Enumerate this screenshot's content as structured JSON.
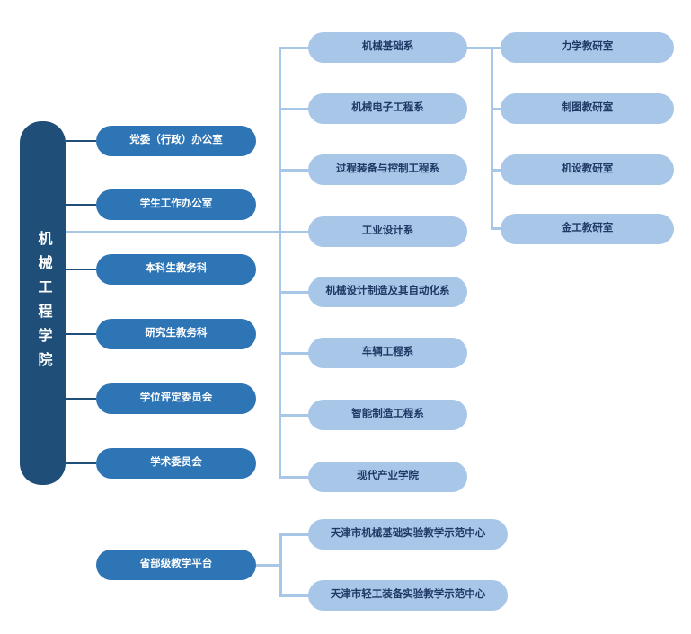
{
  "diagram": {
    "title_vertical": "机械工程学院",
    "colors": {
      "root_navy": "#1F4E79",
      "level1_blue": "#2E75B6",
      "level2_light_blue": "#A8C6E8",
      "level2_text": "#1F3864",
      "connector": "#A8C6E8",
      "background": "#FFFFFF"
    },
    "root": {
      "label": "机械工程学院"
    },
    "admin_units": [
      {
        "label": "党委（行政）办公室"
      },
      {
        "label": "学生工作办公室"
      },
      {
        "label": "本科生教务科"
      },
      {
        "label": "研究生教务科"
      },
      {
        "label": "学位评定委员会"
      },
      {
        "label": "学术委员会"
      }
    ],
    "departments": [
      {
        "label": "机械基础系"
      },
      {
        "label": "机械电子工程系"
      },
      {
        "label": "过程装备与控制工程系"
      },
      {
        "label": "工业设计系"
      },
      {
        "label": "机械设计制造及其自动化系"
      },
      {
        "label": "车辆工程系"
      },
      {
        "label": "智能制造工程系"
      },
      {
        "label": "现代产业学院"
      }
    ],
    "teaching_offices": [
      {
        "label": "力学教研室"
      },
      {
        "label": "制图教研室"
      },
      {
        "label": "机设教研室"
      },
      {
        "label": "金工教研室"
      }
    ],
    "platform": {
      "label": "省部级教学平台",
      "children": [
        {
          "label": "天津市机械基础实验教学示范中心"
        },
        {
          "label": "天津市轻工装备实验教学示范中心"
        }
      ]
    }
  }
}
